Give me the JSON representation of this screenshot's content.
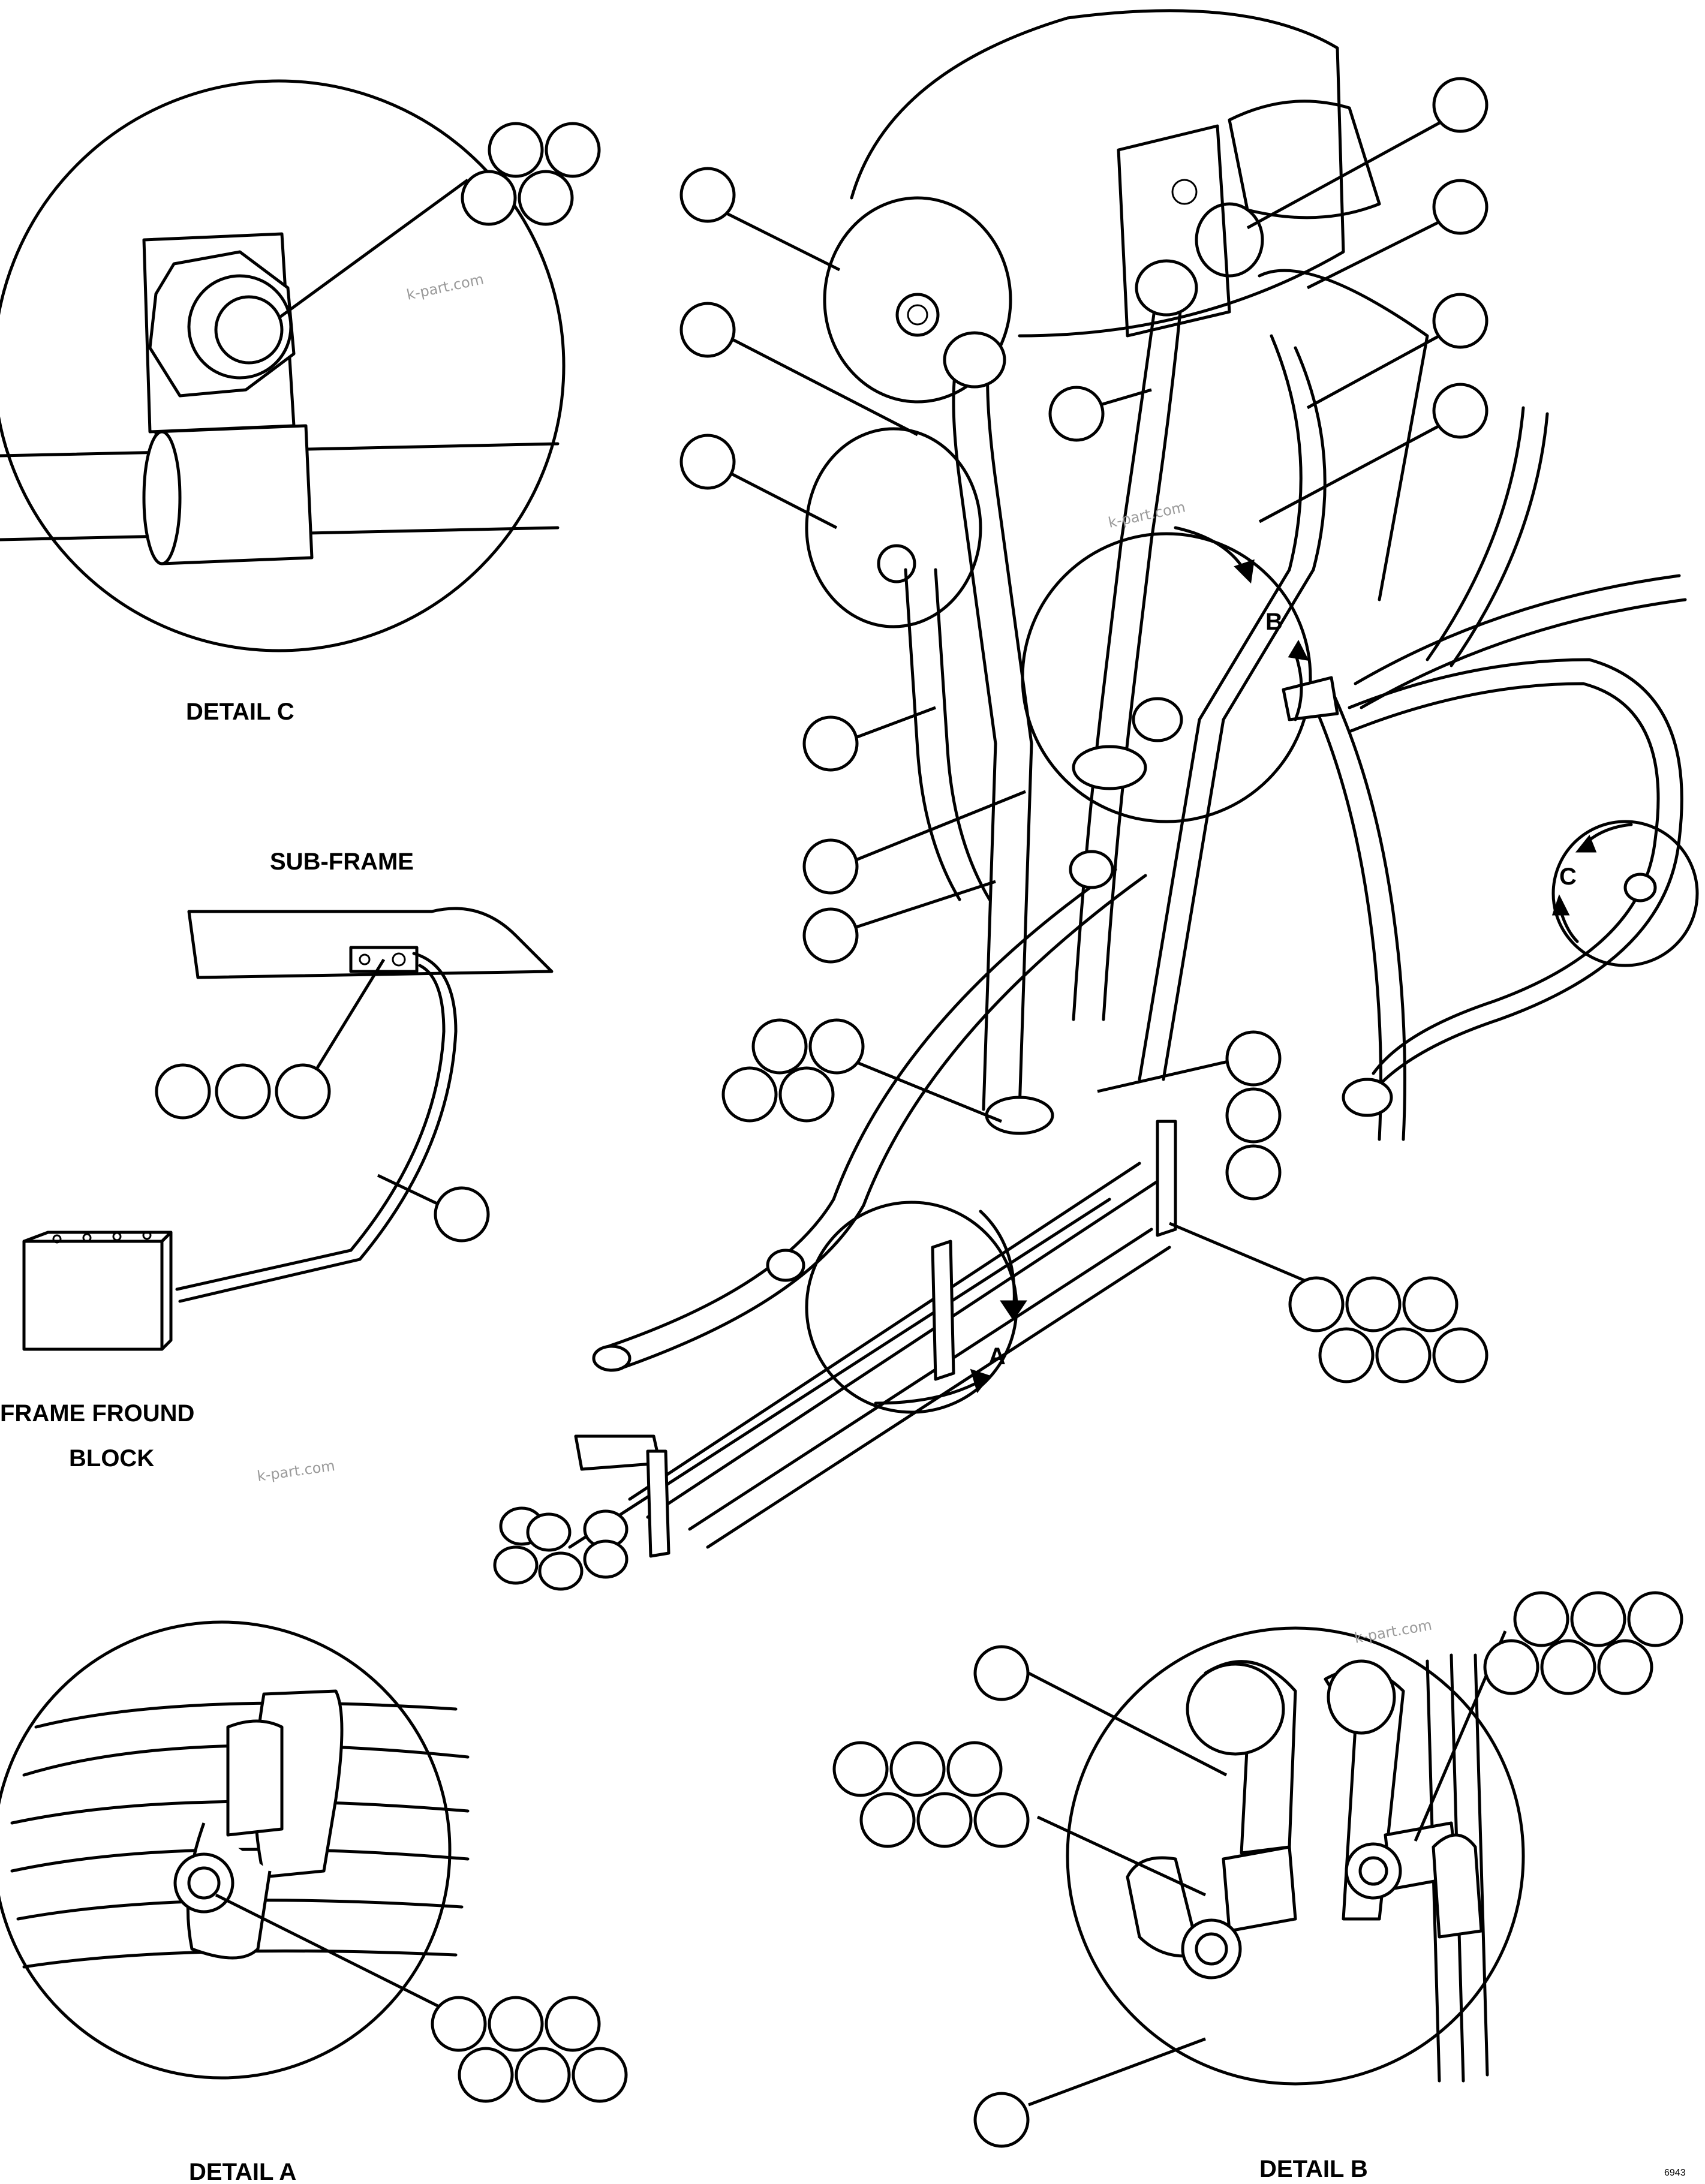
{
  "labels": {
    "detail_c": "DETAIL C",
    "sub_frame": "SUB-FRAME",
    "frame_ground_line1": "FRAME FROUND",
    "frame_ground_line2": "BLOCK",
    "detail_a": "DETAIL A",
    "detail_b": "DETAIL B",
    "drawing_number": "6943"
  },
  "view_markers": {
    "a": "A",
    "b": "B",
    "c": "C"
  },
  "watermarks": [
    "k-part.com",
    "k-part.com",
    "k-part.com",
    "k-part.com"
  ],
  "callout_bubble_groups": [
    {
      "group": "detail-c-hex-fitting",
      "count": 4
    },
    {
      "group": "filter-canister-upper",
      "count": 1
    },
    {
      "group": "filter-canister-hose",
      "count": 1
    },
    {
      "group": "filter-canister-lower",
      "count": 1
    },
    {
      "group": "main-hose-1",
      "count": 1
    },
    {
      "group": "main-hose-2",
      "count": 1
    },
    {
      "group": "main-hose-3",
      "count": 1
    },
    {
      "group": "upper-right-1",
      "count": 1
    },
    {
      "group": "upper-right-2",
      "count": 1
    },
    {
      "group": "upper-right-3",
      "count": 1
    },
    {
      "group": "upper-right-4",
      "count": 1
    },
    {
      "group": "center-hose",
      "count": 1
    },
    {
      "group": "hose-clamp-mid",
      "count": 4
    },
    {
      "group": "fitting-stack-right",
      "count": 3
    },
    {
      "group": "rail-clamp-cluster",
      "count": 6
    },
    {
      "group": "ground-terminal",
      "count": 3
    },
    {
      "group": "ground-strap",
      "count": 1
    },
    {
      "group": "detail-a-clamp",
      "count": 6
    },
    {
      "group": "detail-b-elbow",
      "count": 1
    },
    {
      "group": "detail-b-left-clamp",
      "count": 6
    },
    {
      "group": "detail-b-right-clamp",
      "count": 6
    },
    {
      "group": "detail-b-hose",
      "count": 1
    }
  ]
}
